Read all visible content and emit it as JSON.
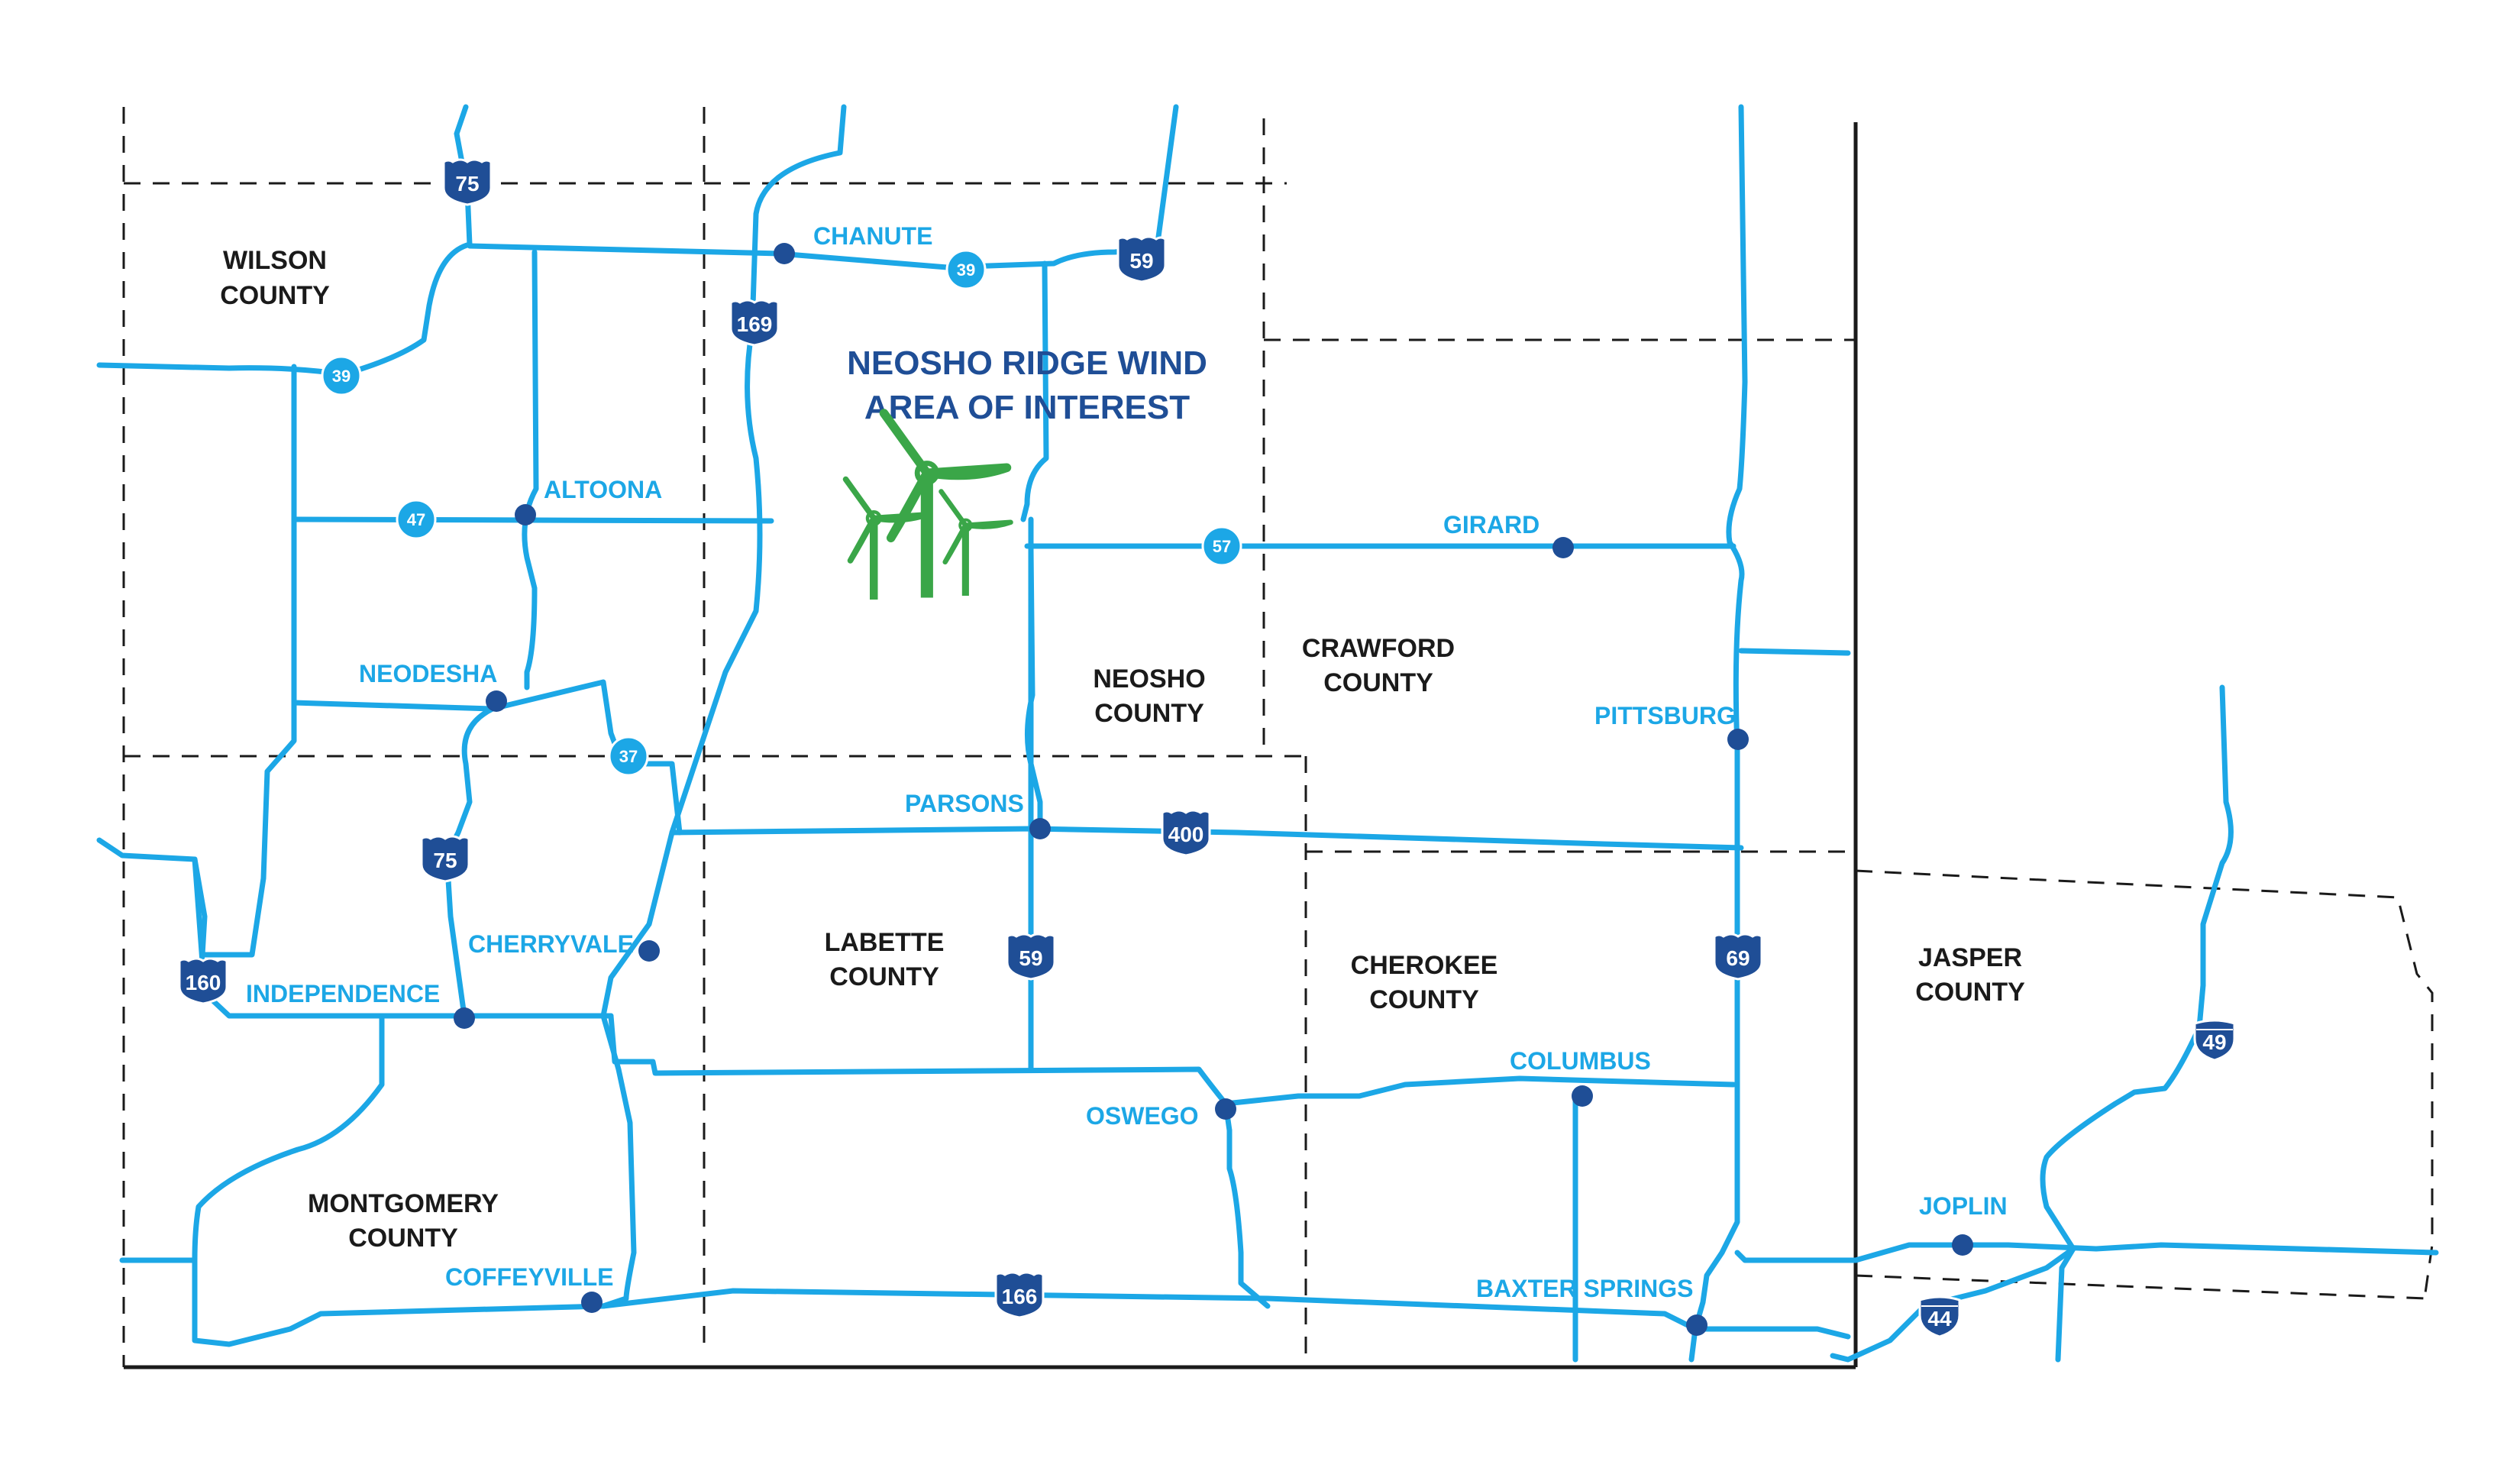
{
  "map": {
    "title_line1": "NEOSHO RIDGE WIND",
    "title_line2": "AREA OF INTEREST",
    "colors": {
      "road": "#1ca7e6",
      "city_dot": "#1f4e96",
      "shield": "#1f4e96",
      "state_route_circle": "#1ca7e6",
      "county_label": "#1a1a1a",
      "title": "#1f4e96",
      "turbine": "#3aa648"
    },
    "icons": {
      "turbine": "wind-turbine-icon",
      "city": "city-dot",
      "us_route": "us-route-shield-icon",
      "interstate": "interstate-shield-icon",
      "state_route": "state-route-circle-icon"
    }
  },
  "counties": [
    {
      "id": "wilson",
      "line1": "WILSON",
      "line2": "COUNTY"
    },
    {
      "id": "neosho",
      "line1": "NEOSHO",
      "line2": "COUNTY"
    },
    {
      "id": "crawford",
      "line1": "CRAWFORD",
      "line2": "COUNTY"
    },
    {
      "id": "labette",
      "line1": "LABETTE",
      "line2": "COUNTY"
    },
    {
      "id": "cherokee",
      "line1": "CHEROKEE",
      "line2": "COUNTY"
    },
    {
      "id": "jasper",
      "line1": "JASPER",
      "line2": "COUNTY"
    },
    {
      "id": "montgomery",
      "line1": "MONTGOMERY",
      "line2": "COUNTY"
    }
  ],
  "cities": [
    {
      "id": "chanute",
      "name": "CHANUTE"
    },
    {
      "id": "altoona",
      "name": "ALTOONA"
    },
    {
      "id": "girard",
      "name": "GIRARD"
    },
    {
      "id": "neodesha",
      "name": "NEODESHA"
    },
    {
      "id": "pittsburg",
      "name": "PITTSBURG"
    },
    {
      "id": "parsons",
      "name": "PARSONS"
    },
    {
      "id": "cherryvale",
      "name": "CHERRYVALE"
    },
    {
      "id": "independence",
      "name": "INDEPENDENCE"
    },
    {
      "id": "columbus",
      "name": "COLUMBUS"
    },
    {
      "id": "oswego",
      "name": "OSWEGO"
    },
    {
      "id": "joplin",
      "name": "JOPLIN"
    },
    {
      "id": "coffeyville",
      "name": "COFFEYVILLE"
    },
    {
      "id": "baxter_springs",
      "name": "BAXTER SPRINGS"
    }
  ],
  "route_shields": [
    {
      "id": "us75_north",
      "number": "75",
      "kind": "us"
    },
    {
      "id": "us59_north",
      "number": "59",
      "kind": "us"
    },
    {
      "id": "us169",
      "number": "169",
      "kind": "us"
    },
    {
      "id": "us400",
      "number": "400",
      "kind": "us"
    },
    {
      "id": "us75_south",
      "number": "75",
      "kind": "us"
    },
    {
      "id": "us59_south",
      "number": "59",
      "kind": "us"
    },
    {
      "id": "us69",
      "number": "69",
      "kind": "us"
    },
    {
      "id": "us160",
      "number": "160",
      "kind": "us"
    },
    {
      "id": "us166",
      "number": "166",
      "kind": "us"
    },
    {
      "id": "i49",
      "number": "49",
      "kind": "interstate"
    },
    {
      "id": "i44",
      "number": "44",
      "kind": "interstate"
    }
  ],
  "state_routes": [
    {
      "id": "k39_east",
      "number": "39"
    },
    {
      "id": "k39_west",
      "number": "39"
    },
    {
      "id": "k47",
      "number": "47"
    },
    {
      "id": "k57",
      "number": "57"
    },
    {
      "id": "k37",
      "number": "37"
    }
  ]
}
